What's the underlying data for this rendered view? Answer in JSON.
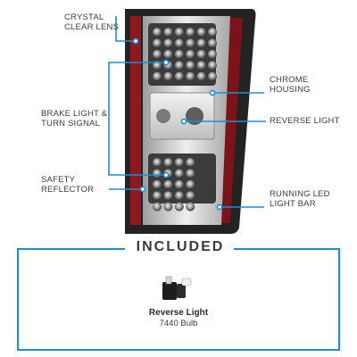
{
  "callouts": {
    "crystal_lens": [
      "CRYSTAL",
      "CLEAR LENS"
    ],
    "chrome_housing": [
      "CHROME",
      "HOUSING"
    ],
    "brake_turn": [
      "BRAKE LIGHT &",
      "TURN SIGNAL"
    ],
    "reverse_light": [
      "REVERSE LIGHT"
    ],
    "safety_reflector": [
      "SAFETY",
      "REFLECTOR"
    ],
    "running_led": [
      "RUNNING LED",
      "LIGHT BAR"
    ]
  },
  "included": {
    "title": "INCLUDED",
    "bulb_name": "Reverse Light",
    "bulb_model": "7440 Bulb"
  },
  "colors": {
    "accent_blue": "#1a8fd4",
    "red_trim": "#8e1a1f",
    "chrome": "#c9c9c9",
    "text": "#3c3c3c"
  }
}
